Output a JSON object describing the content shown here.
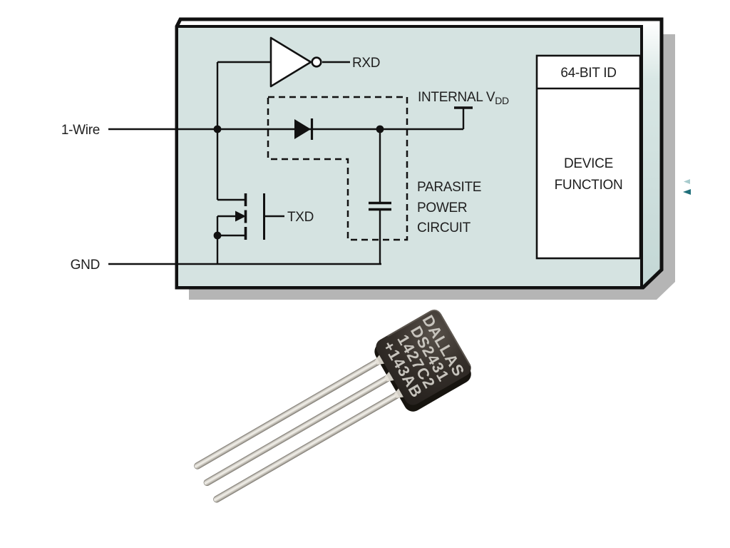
{
  "figure": {
    "block_diagram": {
      "pin_labels": {
        "data_line": "1-Wire",
        "ground": "GND"
      },
      "signal_labels": {
        "receive": "RXD",
        "transmit": "TXD"
      },
      "internal_vdd": {
        "text": "INTERNAL V",
        "subscript": "DD"
      },
      "parasite_power_lines": [
        "PARASITE",
        "POWER",
        "CIRCUIT"
      ],
      "id_block": {
        "header": "64-BIT ID",
        "body_lines": [
          "DEVICE",
          "FUNCTION"
        ]
      },
      "colors": {
        "box_fill": "#d5e3e1",
        "box_side_fill": "#c9dcda",
        "shadow": "#b5b5b5",
        "ink": "#161616"
      }
    },
    "chip_photo": {
      "marking": [
        "DALLAS",
        "DS2431",
        "1427C2",
        "+143AB"
      ],
      "colors": {
        "body": "#2f2a26",
        "leads": "#d7d4cc"
      }
    }
  }
}
